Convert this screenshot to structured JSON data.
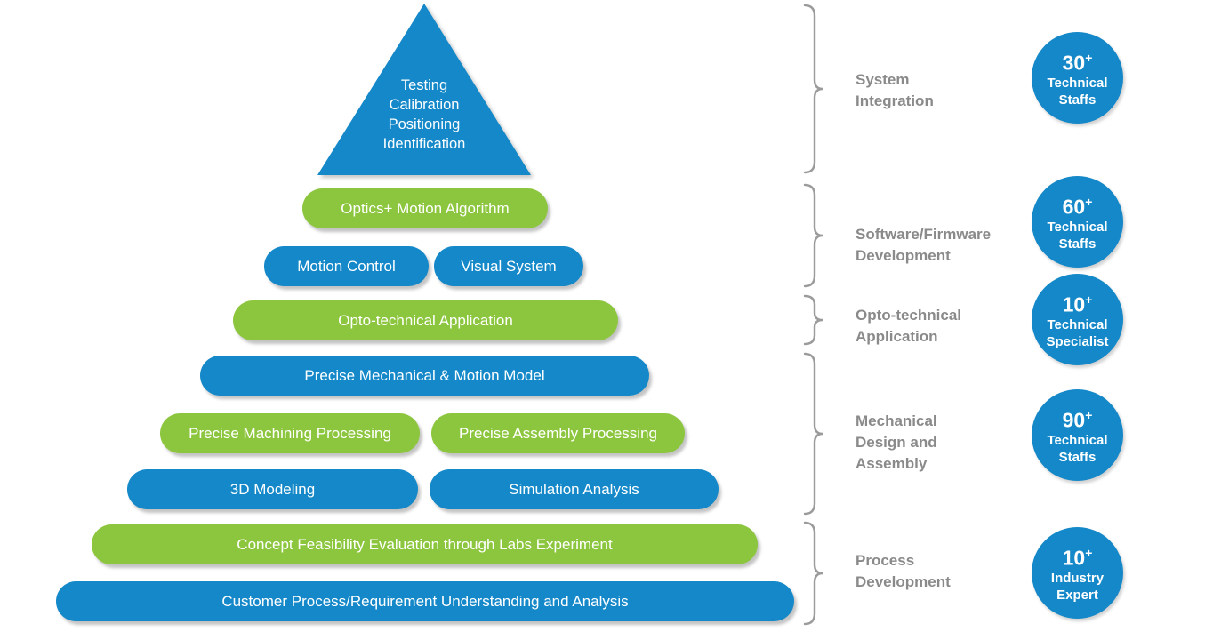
{
  "colors": {
    "blue": "#1488c8",
    "green": "#8cc63e",
    "label_gray": "#8a8a8a",
    "brace_gray": "#9b9b9b"
  },
  "pyramid": {
    "apex": {
      "lines": [
        "Testing",
        "Calibration",
        "Positioning",
        "Identification"
      ]
    },
    "rows": [
      {
        "pills": [
          {
            "label": "Optics+ Motion Algorithm",
            "color": "green"
          }
        ]
      },
      {
        "pills": [
          {
            "label": "Motion Control",
            "color": "blue"
          },
          {
            "label": "Visual System",
            "color": "blue"
          }
        ]
      },
      {
        "pills": [
          {
            "label": "Opto-technical Application",
            "color": "green"
          }
        ]
      },
      {
        "pills": [
          {
            "label": "Precise Mechanical & Motion Model",
            "color": "blue"
          }
        ]
      },
      {
        "pills": [
          {
            "label": "Precise Machining Processing",
            "color": "green"
          },
          {
            "label": "Precise Assembly Processing",
            "color": "green"
          }
        ]
      },
      {
        "pills": [
          {
            "label": "3D Modeling",
            "color": "blue"
          },
          {
            "label": "Simulation Analysis",
            "color": "blue"
          }
        ]
      },
      {
        "pills": [
          {
            "label": "Concept Feasibility Evaluation through Labs Experiment",
            "color": "green"
          }
        ]
      },
      {
        "pills": [
          {
            "label": "Customer Process/Requirement Understanding and Analysis",
            "color": "blue"
          }
        ]
      }
    ]
  },
  "groups": [
    {
      "label_lines": [
        "System",
        "Integration"
      ],
      "badge": {
        "value": "30",
        "plus": "+",
        "desc_lines": [
          "Technical",
          "Staffs"
        ]
      }
    },
    {
      "label_lines": [
        "Software/Firmware",
        "Development"
      ],
      "badge": {
        "value": "60",
        "plus": "+",
        "desc_lines": [
          "Technical",
          "Staffs"
        ]
      }
    },
    {
      "label_lines": [
        "Opto-technical",
        "Application"
      ],
      "badge": {
        "value": "10",
        "plus": "+",
        "desc_lines": [
          "Technical",
          "Specialist"
        ]
      }
    },
    {
      "label_lines": [
        "Mechanical",
        "Design and",
        "Assembly"
      ],
      "badge": {
        "value": "90",
        "plus": "+",
        "desc_lines": [
          "Technical",
          "Staffs"
        ]
      }
    },
    {
      "label_lines": [
        "Process",
        "Development"
      ],
      "badge": {
        "value": "10",
        "plus": "+",
        "desc_lines": [
          "Industry",
          "Expert"
        ]
      }
    }
  ]
}
